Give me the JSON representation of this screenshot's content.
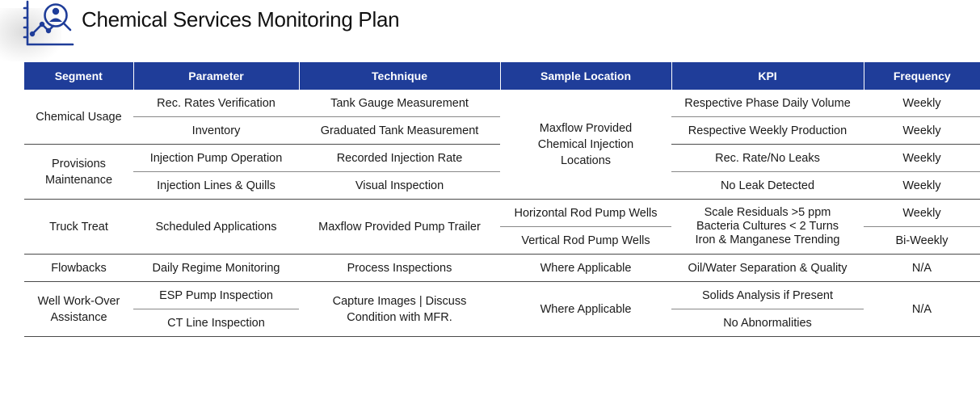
{
  "title": "Chemical Services Monitoring Plan",
  "colors": {
    "header_bg": "#1f3d99",
    "header_text": "#ffffff",
    "logo": "#1f3d99"
  },
  "icons": {
    "logo": "magnifier-chart-icon"
  },
  "columns": [
    "Segment",
    "Parameter",
    "Technique",
    "Sample Location",
    "KPI",
    "Frequency"
  ],
  "rows": {
    "chemical_usage": {
      "segment": "Chemical Usage",
      "param1": "Rec. Rates Verification",
      "tech1": "Tank Gauge Measurement",
      "kpi1": "Respective Phase Daily Volume",
      "freq1": "Weekly",
      "param2": "Inventory",
      "tech2": "Graduated Tank Measurement",
      "kpi2": "Respective Weekly Production",
      "freq2": "Weekly"
    },
    "shared_location": "Maxflow Provided Chemical Injection Locations",
    "provisions": {
      "segment": "Provisions Maintenance",
      "param1": "Injection Pump Operation",
      "tech1": "Recorded Injection Rate",
      "kpi1": "Rec. Rate/No Leaks",
      "freq1": "Weekly",
      "param2": "Injection Lines & Quills",
      "tech2": "Visual Inspection",
      "kpi2": "No Leak Detected",
      "freq2": "Weekly"
    },
    "truck_treat": {
      "segment": "Truck Treat",
      "param": "Scheduled Applications",
      "tech": "Maxflow Provided Pump Trailer",
      "loc1": "Horizontal Rod Pump Wells",
      "loc2": "Vertical Rod Pump Wells",
      "kpi_line1": "Scale Residuals >5 ppm",
      "kpi_line2": "Bacteria Cultures < 2 Turns",
      "kpi_line3": "Iron & Manganese Trending",
      "freq1": "Weekly",
      "freq2": "Bi-Weekly"
    },
    "flowbacks": {
      "segment": "Flowbacks",
      "param": "Daily Regime Monitoring",
      "tech": "Process Inspections",
      "loc": "Where Applicable",
      "kpi": "Oil/Water Separation & Quality",
      "freq": "N/A"
    },
    "workover": {
      "segment": "Well Work-Over Assistance",
      "param1": "ESP Pump Inspection",
      "param2": "CT Line Inspection",
      "tech_line1": "Capture Images | Discuss",
      "tech_line2": "Condition with MFR.",
      "loc": "Where Applicable",
      "kpi1": "Solids Analysis if Present",
      "kpi2": "No Abnormalities",
      "freq": "N/A"
    }
  }
}
